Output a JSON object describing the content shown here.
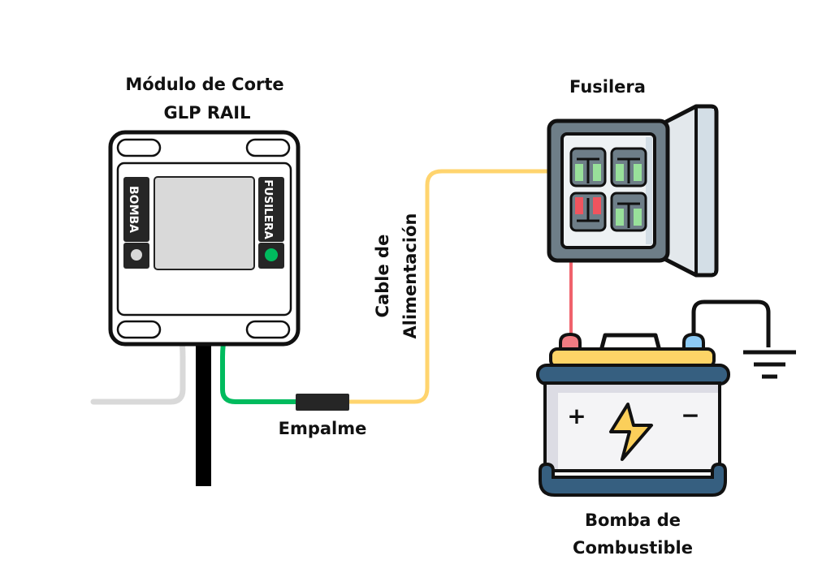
{
  "diagram": {
    "module": {
      "title_line1": "Módulo de Corte",
      "title_line2": "GLP RAIL",
      "port_left_label": "BOMBA",
      "port_right_label": "FUSILERA"
    },
    "fuse_box": {
      "title": "Fusilera"
    },
    "battery": {
      "title_line1": "Bomba de",
      "title_line2": "Combustible",
      "plus_symbol": "+",
      "minus_symbol": "−"
    },
    "splice": {
      "label": "Empalme"
    },
    "power_cable": {
      "label_line1": "Cable de",
      "label_line2": "Alimentación"
    },
    "colors": {
      "wire_green": "#00BB5E",
      "wire_gray": "#D9D9D9",
      "wire_yellow": "#FFD46E",
      "wire_red": "#F0626C",
      "wire_black": "#000000",
      "fuse_green": "#98E09A",
      "fuse_red": "#F0545E",
      "battery_top": "#FDD467",
      "battery_band": "#365F80",
      "bolt": "#FBCF5A",
      "terminal_pos": "#F07C82",
      "terminal_neg": "#8CCAF5"
    }
  }
}
